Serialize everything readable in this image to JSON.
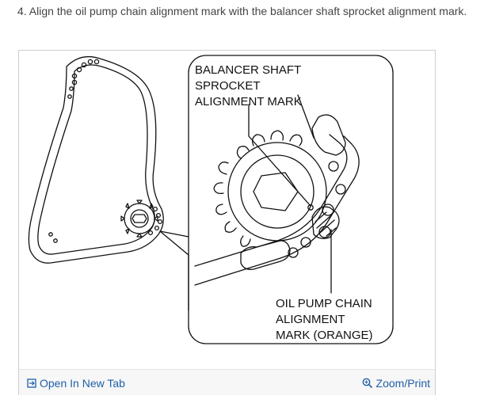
{
  "step": {
    "text": "4. Align the oil pump chain alignment mark with the balancer shaft sprocket alignment mark."
  },
  "figure": {
    "callout_top": [
      "BALANCER SHAFT",
      "SPROCKET",
      "ALIGNMENT MARK"
    ],
    "callout_bottom": [
      "OIL PUMP CHAIN",
      "ALIGNMENT",
      "MARK (ORANGE)"
    ]
  },
  "footer": {
    "open_label": "Open In New Tab",
    "zoom_label": "Zoom/Print"
  },
  "icons": {
    "open": "open-in-new-tab-icon",
    "zoom": "zoom-icon"
  },
  "colors": {
    "link": "#1f5fa8",
    "text": "#444444",
    "line_art": "#111111"
  }
}
